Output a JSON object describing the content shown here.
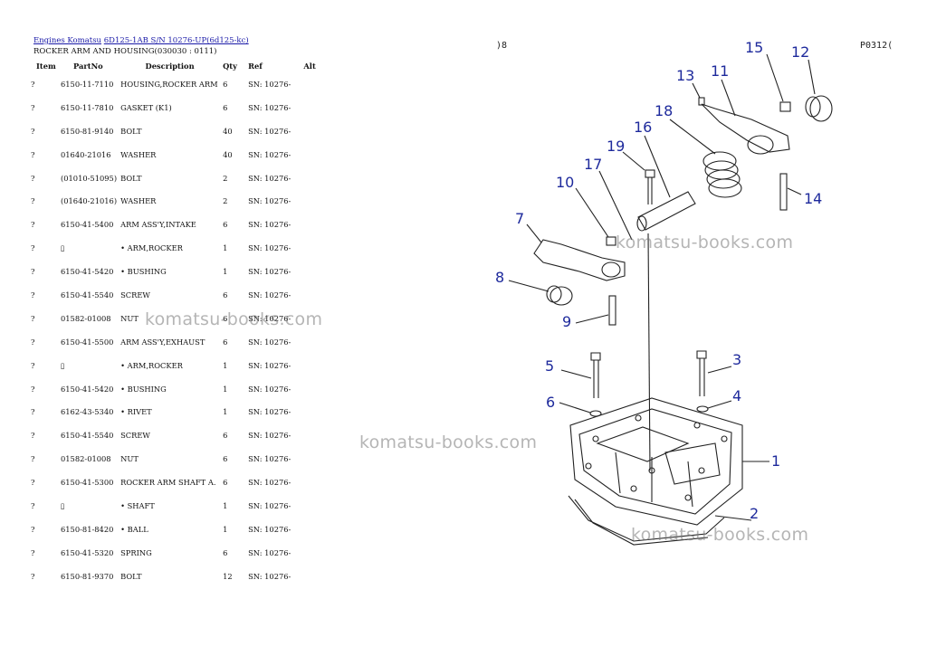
{
  "breadcrumb": {
    "link1": "Engines Komatsu",
    "link2": "6D125-1AB S/N 10276-UP(6d125-kc)"
  },
  "subtitle": "ROCKER ARM AND HOUSING(030030 : 0111)",
  "table": {
    "headers": [
      "Item",
      "PartNo",
      "Description",
      "Qty",
      "Ref",
      "Alt"
    ],
    "rows": [
      {
        "item": "?",
        "part": "6150-11-7110",
        "desc": "HOUSING,ROCKER ARM",
        "qty": "6",
        "ref": "SN: 10276-"
      },
      {
        "item": "?",
        "part": "6150-11-7810",
        "desc": "GASKET (K1)",
        "qty": "6",
        "ref": "SN: 10276-"
      },
      {
        "item": "?",
        "part": "6150-81-9140",
        "desc": "BOLT",
        "qty": "40",
        "ref": "SN: 10276-"
      },
      {
        "item": "?",
        "part": "01640-21016",
        "desc": "WASHER",
        "qty": "40",
        "ref": "SN: 10276-"
      },
      {
        "item": "?",
        "part": "(01010-51095)",
        "desc": "BOLT",
        "qty": "2",
        "ref": "SN: 10276-"
      },
      {
        "item": "?",
        "part": "(01640-21016)",
        "desc": "WASHER",
        "qty": "2",
        "ref": "SN: 10276-"
      },
      {
        "item": "?",
        "part": "6150-41-5400",
        "desc": "ARM ASS'Y,INTAKE",
        "qty": "6",
        "ref": "SN: 10276-"
      },
      {
        "item": "?",
        "part": "▯",
        "desc": "• ARM,ROCKER",
        "qty": "1",
        "ref": "SN: 10276-"
      },
      {
        "item": "?",
        "part": "6150-41-5420",
        "desc": "• BUSHING",
        "qty": "1",
        "ref": "SN: 10276-"
      },
      {
        "item": "?",
        "part": "6150-41-5540",
        "desc": "SCREW",
        "qty": "6",
        "ref": "SN: 10276-"
      },
      {
        "item": "?",
        "part": "01582-01008",
        "desc": "NUT",
        "qty": "6",
        "ref": "SN: 10276-"
      },
      {
        "item": "?",
        "part": "6150-41-5500",
        "desc": "ARM ASS'Y,EXHAUST",
        "qty": "6",
        "ref": "SN: 10276-"
      },
      {
        "item": "?",
        "part": "▯",
        "desc": "• ARM,ROCKER",
        "qty": "1",
        "ref": "SN: 10276-"
      },
      {
        "item": "?",
        "part": "6150-41-5420",
        "desc": "• BUSHING",
        "qty": "1",
        "ref": "SN: 10276-"
      },
      {
        "item": "?",
        "part": "6162-43-5340",
        "desc": "• RIVET",
        "qty": "1",
        "ref": "SN: 10276-"
      },
      {
        "item": "?",
        "part": "6150-41-5540",
        "desc": "SCREW",
        "qty": "6",
        "ref": "SN: 10276-"
      },
      {
        "item": "?",
        "part": "01582-01008",
        "desc": "NUT",
        "qty": "6",
        "ref": "SN: 10276-"
      },
      {
        "item": "?",
        "part": "6150-41-5300",
        "desc": "ROCKER ARM SHAFT A.",
        "qty": "6",
        "ref": "SN: 10276-"
      },
      {
        "item": "?",
        "part": "▯",
        "desc": "• SHAFT",
        "qty": "1",
        "ref": "SN: 10276-"
      },
      {
        "item": "?",
        "part": "6150-81-8420",
        "desc": "• BALL",
        "qty": "1",
        "ref": "SN: 10276-"
      },
      {
        "item": "?",
        "part": "6150-41-5320",
        "desc": "SPRING",
        "qty": "6",
        "ref": "SN: 10276-"
      },
      {
        "item": "?",
        "part": "6150-81-9370",
        "desc": "BOLT",
        "qty": "12",
        "ref": "SN: 10276-"
      }
    ]
  },
  "diagram": {
    "corner_left": ")8",
    "corner_right": "P0312(",
    "callouts": [
      "1",
      "2",
      "3",
      "4",
      "5",
      "6",
      "7",
      "8",
      "9",
      "10",
      "11",
      "12",
      "13",
      "14",
      "15",
      "16",
      "17",
      "18",
      "19"
    ],
    "watermark": "komatsu-books.com",
    "callout_color": "#1e2a9c"
  }
}
